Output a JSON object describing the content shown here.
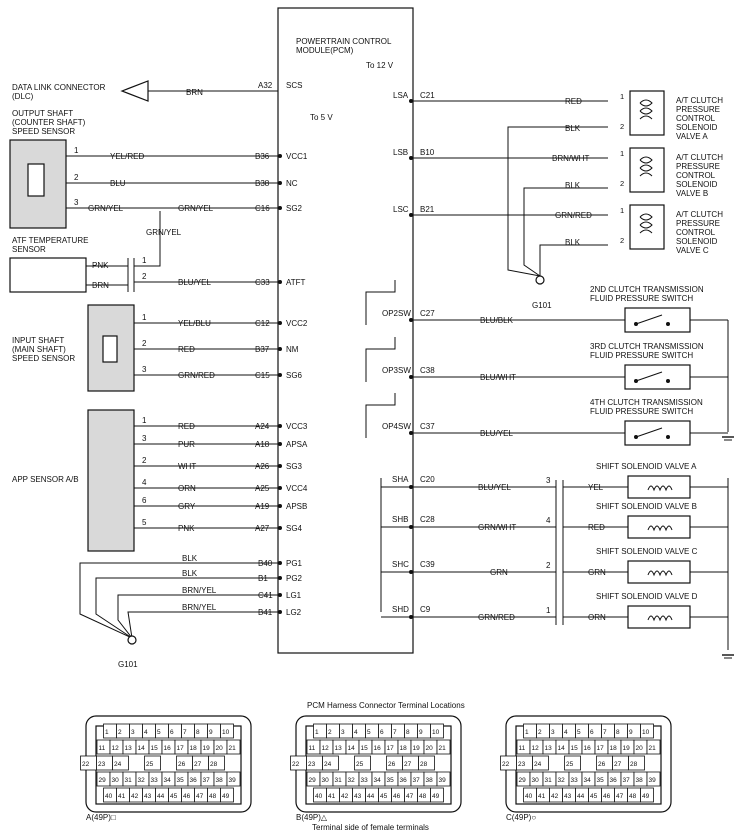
{
  "pcm": {
    "title_line1": "POWERTRAIN CONTROL",
    "title_line2": "MODULE(PCM)",
    "to12v": "To 12 V",
    "to5v": "To 5 V"
  },
  "dlc": {
    "line1": "DATA LINK CONNECTOR",
    "line2": "(DLC)",
    "wire": "BRN",
    "pin": "A32",
    "term": "SCS"
  },
  "components": {
    "oss": [
      "OUTPUT SHAFT",
      "(COUNTER SHAFT)",
      "SPEED SENSOR"
    ],
    "atf": [
      "ATF TEMPERATURE",
      "SENSOR"
    ],
    "iss": [
      "INPUT SHAFT",
      "(MAIN SHAFT)",
      "SPEED SENSOR"
    ],
    "app": "APP SENSOR A/B"
  },
  "left_wires": [
    {
      "num": "1",
      "color": "YEL/RED",
      "pin": "B36",
      "term": "VCC1"
    },
    {
      "num": "2",
      "color": "BLU",
      "pin": "B38",
      "term": "NC"
    },
    {
      "num": "3",
      "color": "GRN/YEL",
      "color2": "GRN/YEL",
      "pin": "C16",
      "term": "SG2"
    },
    {
      "num": "2",
      "color": "BLU/YEL",
      "pin": "C33",
      "term": "ATFT"
    },
    {
      "num": "1",
      "color": "YEL/BLU",
      "pin": "C12",
      "term": "VCC2"
    },
    {
      "num": "2",
      "color": "RED",
      "pin": "B37",
      "term": "NM"
    },
    {
      "num": "3",
      "color": "GRN/RED",
      "pin": "C15",
      "term": "SG6"
    },
    {
      "num": "1",
      "color": "RED",
      "pin": "A24",
      "term": "VCC3"
    },
    {
      "num": "3",
      "color": "PUR",
      "pin": "A18",
      "term": "APSA"
    },
    {
      "num": "2",
      "color": "WHT",
      "pin": "A26",
      "term": "SG3"
    },
    {
      "num": "4",
      "color": "ORN",
      "pin": "A25",
      "term": "VCC4"
    },
    {
      "num": "6",
      "color": "GRY",
      "pin": "A19",
      "term": "APSB"
    },
    {
      "num": "5",
      "color": "PNK",
      "pin": "A27",
      "term": "SG4"
    }
  ],
  "atf_extra": {
    "num": "1",
    "color": "PNK",
    "color2": "BRN",
    "jumper": "GRN/YEL"
  },
  "ground_wires": [
    {
      "color": "BLK",
      "pin": "B40",
      "term": "PG1"
    },
    {
      "color": "BLK",
      "pin": "B1",
      "term": "PG2"
    },
    {
      "color": "BRN/YEL",
      "pin": "C41",
      "term": "LG1"
    },
    {
      "color": "BRN/YEL",
      "pin": "B41",
      "term": "LG2"
    }
  ],
  "g101": "G101",
  "right_solenoids": [
    {
      "term": "LSA",
      "pin": "C21",
      "color": "RED",
      "gnd": "BLK",
      "name": [
        "A/T CLUTCH",
        "PRESSURE",
        "CONTROL",
        "SOLENOID",
        "VALVE A"
      ]
    },
    {
      "term": "LSB",
      "pin": "B10",
      "color": "BRN/WHT",
      "gnd": "BLK",
      "name": [
        "A/T CLUTCH",
        "PRESSURE",
        "CONTROL",
        "SOLENOID",
        "VALVE B"
      ]
    },
    {
      "term": "LSC",
      "pin": "B21",
      "color": "GRN/RED",
      "gnd": "BLK",
      "name": [
        "A/T CLUTCH",
        "PRESSURE",
        "CONTROL",
        "SOLENOID",
        "VALVE C"
      ]
    }
  ],
  "switches": [
    {
      "term": "OP2SW",
      "pin": "C27",
      "color": "BLU/BLK",
      "name": [
        "2ND CLUTCH TRANSMISSION",
        "FLUID PRESSURE SWITCH"
      ]
    },
    {
      "term": "OP3SW",
      "pin": "C38",
      "color": "BLU/WHT",
      "name": [
        "3RD CLUTCH TRANSMISSION",
        "FLUID PRESSURE SWITCH"
      ]
    },
    {
      "term": "OP4SW",
      "pin": "C37",
      "color": "BLU/YEL",
      "name": [
        "4TH CLUTCH TRANSMISSION",
        "FLUID PRESSURE SWITCH"
      ]
    }
  ],
  "shift_valves": [
    {
      "term": "SHA",
      "pin": "C20",
      "color": "BLU/YEL",
      "num": "3",
      "out": "YEL",
      "name": "SHIFT SOLENOID VALVE A"
    },
    {
      "term": "SHB",
      "pin": "C28",
      "color": "GRN/WHT",
      "num": "4",
      "out": "RED",
      "name": "SHIFT SOLENOID VALVE B"
    },
    {
      "term": "SHC",
      "pin": "C39",
      "color": "GRN",
      "num": "2",
      "out": "GRN",
      "name": "SHIFT SOLENOID VALVE C"
    },
    {
      "term": "SHD",
      "pin": "C9",
      "color": "GRN/RED",
      "num": "1",
      "out": "ORN",
      "name": "SHIFT SOLENOID VALVE D"
    }
  ],
  "connectors": {
    "title": "PCM Harness Connector Terminal Locations",
    "footer": "Terminal side of female terminals",
    "labels": [
      "A(49P)□",
      "B(49P)△",
      "C(49P)○"
    ],
    "rows": [
      [
        "1",
        "2",
        "3",
        "4",
        "5",
        "6",
        "7",
        "8",
        "9",
        "10"
      ],
      [
        "11",
        "12",
        "13",
        "14",
        "15",
        "16",
        "17",
        "18",
        "19",
        "20",
        "21"
      ],
      [
        "22",
        "23",
        "24",
        "25",
        "26",
        "27",
        "28"
      ],
      [
        "29",
        "30",
        "31",
        "32",
        "33",
        "34",
        "35",
        "36",
        "37",
        "38",
        "39"
      ],
      [
        "40",
        "41",
        "42",
        "43",
        "44",
        "45",
        "46",
        "47",
        "48",
        "49"
      ]
    ]
  }
}
